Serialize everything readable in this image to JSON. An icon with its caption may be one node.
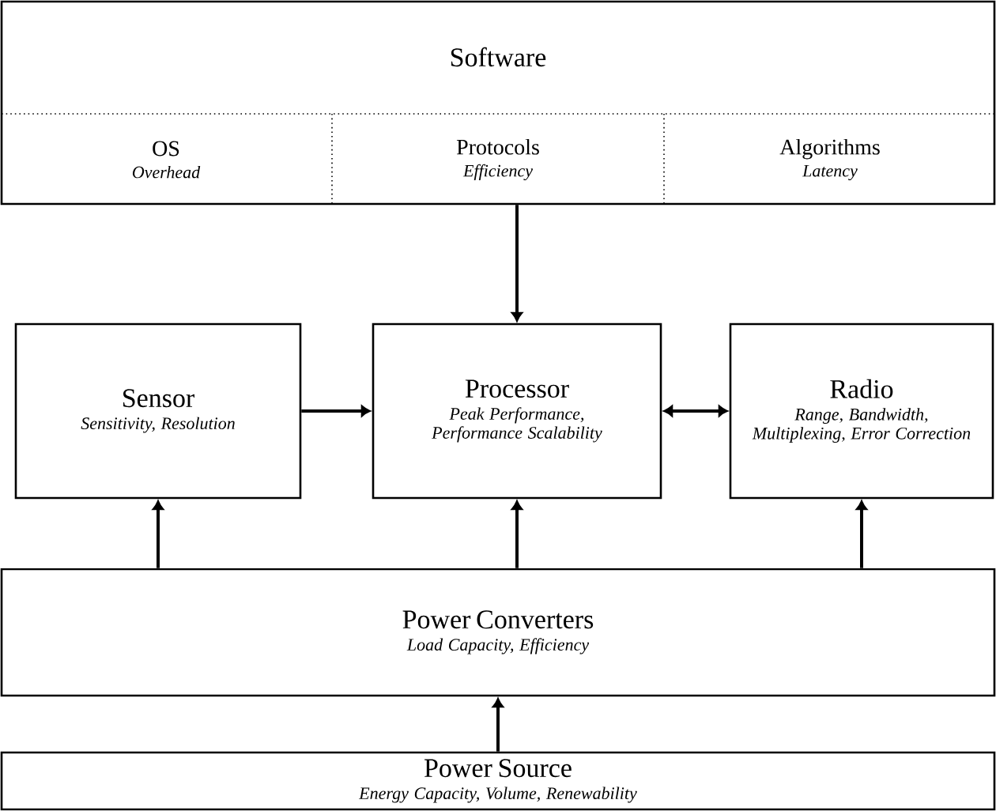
{
  "diagram": {
    "nodes": [
      {
        "text": [
          "Software"
        ]
      },
      {
        "text": [
          "OS",
          "Overhead"
        ],
        "in": 0
      },
      {
        "text": [
          "Protocols",
          "Efficiency"
        ],
        "in": 0
      },
      {
        "text": [
          "Algorithms",
          "Latency"
        ],
        "in": 0
      },
      {
        "text": [
          "Sensor",
          "Sensitivity, Resolution"
        ]
      },
      {
        "text": [
          "Processor",
          "Peak Performance, Performance Scalability"
        ]
      },
      {
        "text": [
          "Radio",
          "Range, Bandwidth, Multiplexing, Error Correction"
        ]
      },
      {
        "text": [
          "Power Converters",
          "Load Capacity, Efficiency"
        ]
      },
      {
        "text": [
          "Power Source",
          "Energy Capacity, Volume, Renewability"
        ]
      }
    ],
    "edges": [
      {
        "from": 0,
        "to": 5,
        "arrow": "to"
      },
      {
        "from": 4,
        "to": 5,
        "arrow": "to"
      },
      {
        "from": 5,
        "to": 6,
        "arrow": "both"
      },
      {
        "from": 7,
        "to": 4,
        "arrow": "to"
      },
      {
        "from": 7,
        "to": 5,
        "arrow": "to"
      },
      {
        "from": 7,
        "to": 6,
        "arrow": "to"
      },
      {
        "from": 8,
        "to": 7,
        "arrow": "to"
      }
    ]
  }
}
